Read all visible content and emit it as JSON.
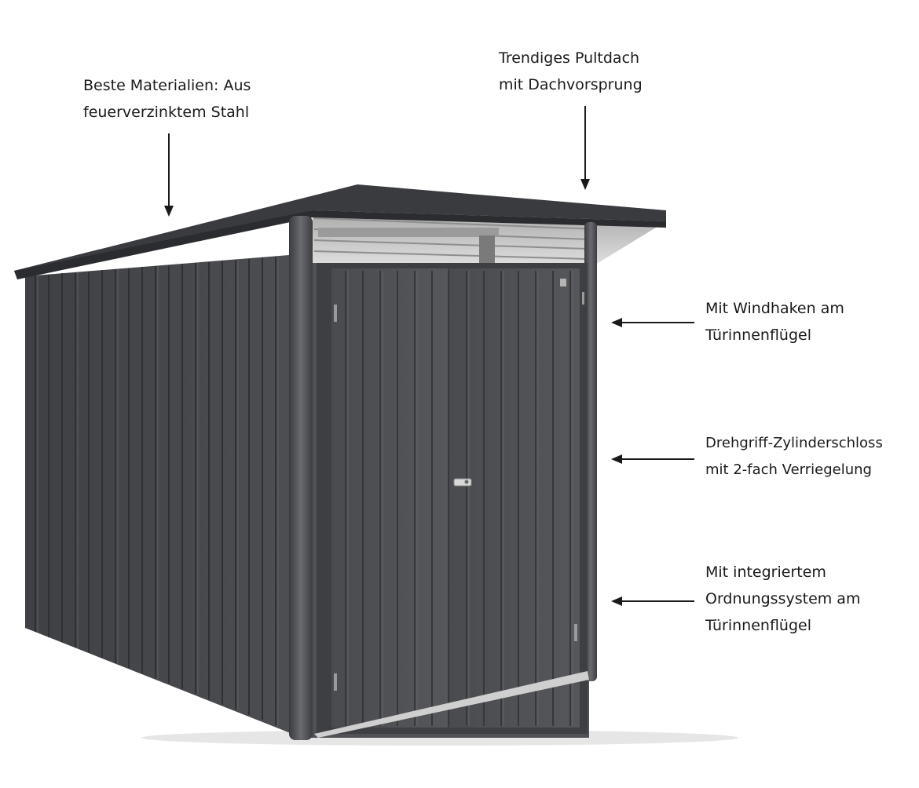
{
  "callouts": {
    "materials": {
      "line1": "Beste Materialien: Aus",
      "line2": "feuerverzinktem Stahl"
    },
    "roof": {
      "line1": "Trendiges Pultdach",
      "line2": "mit Dachvorsprung"
    },
    "wind_hook": {
      "line1": "Mit Windhaken am",
      "line2": "Türinnenflügel"
    },
    "lock": {
      "line1": "Drehgriff-Zylinderschloss",
      "line2": "mit 2-fach Verriegelung"
    },
    "storage": {
      "line1": "Mit integriertem",
      "line2": "Ordnungssystem am",
      "line3": "Türinnenflügel"
    }
  },
  "colors": {
    "shed_dark": "#45464a",
    "shed_mid": "#55565a",
    "shed_light": "#67686c",
    "roof_underside": "#cfcfcf",
    "text": "#1a1a1a"
  }
}
